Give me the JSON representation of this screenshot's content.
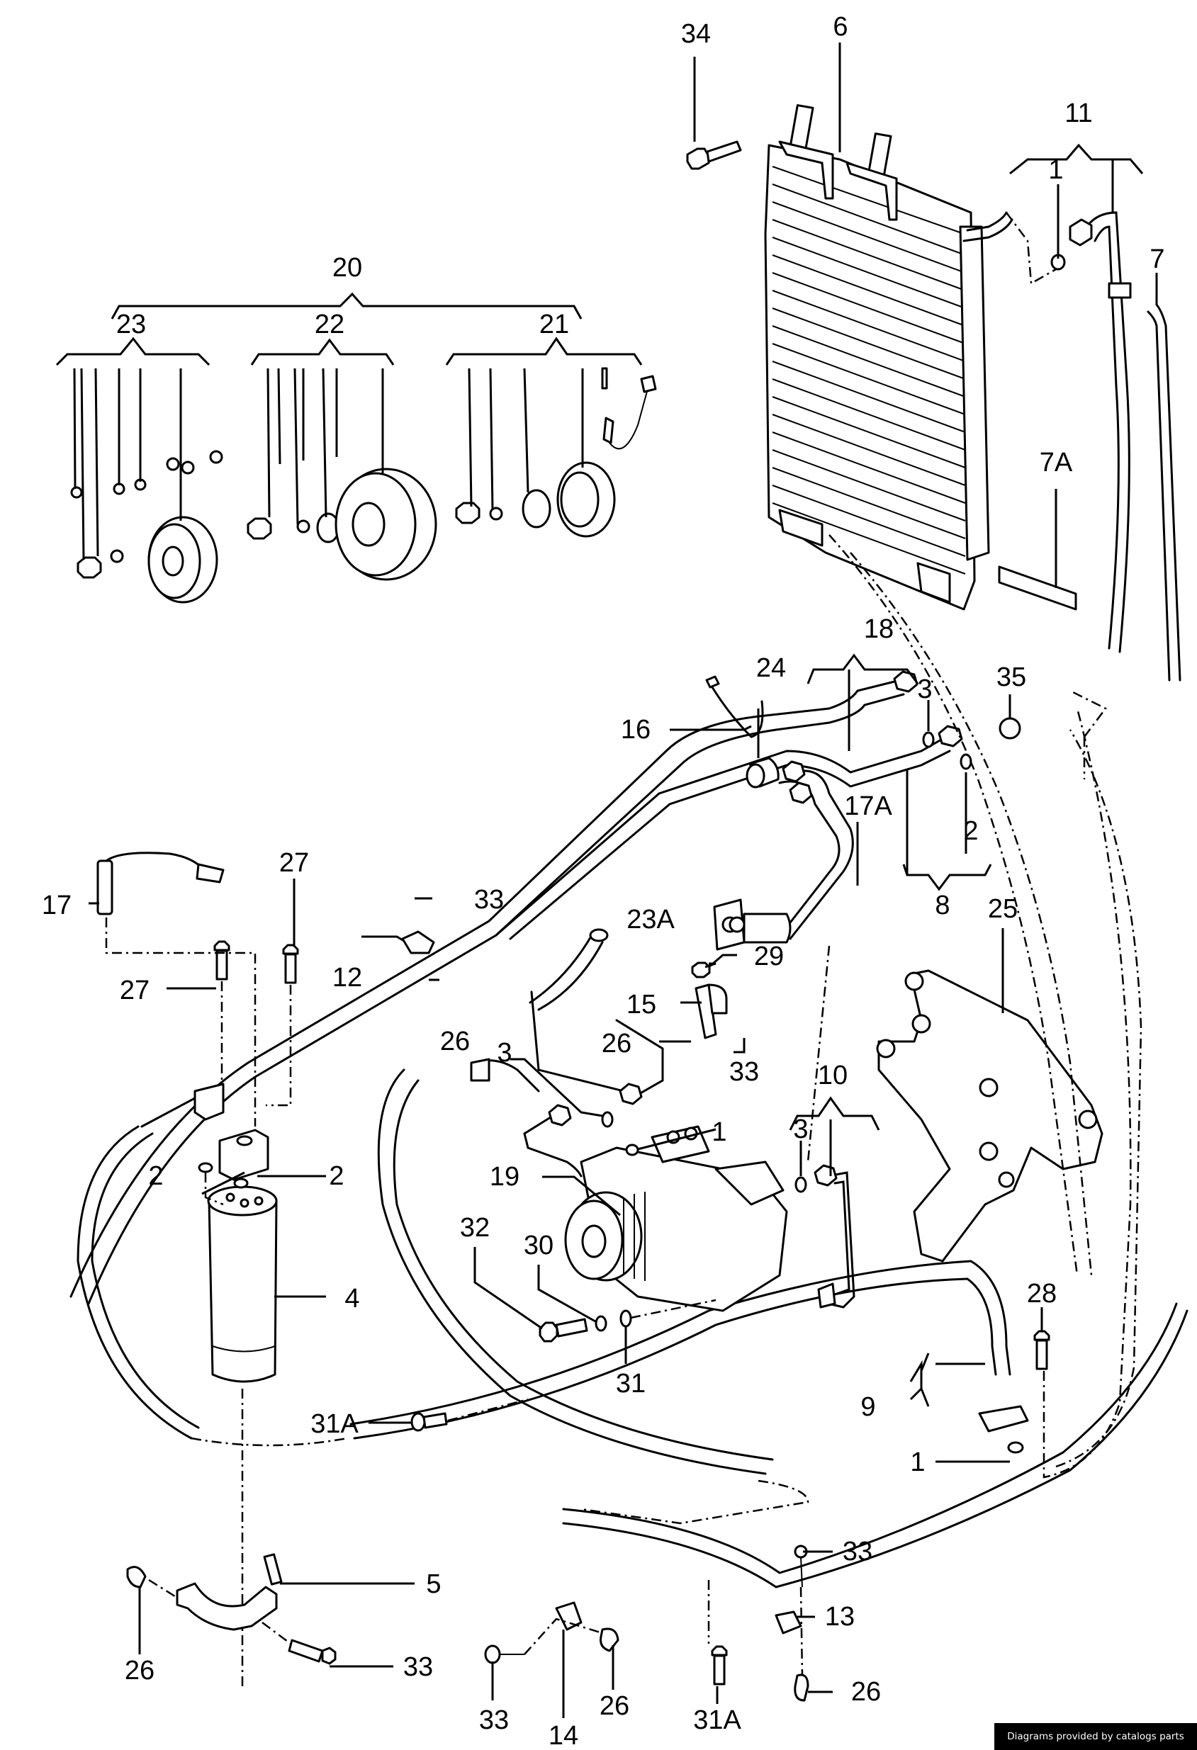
{
  "diagram": {
    "title": "A/C compressor, condenser, receiver-drier and refrigerant lines — exploded parts view",
    "callouts": [
      {
        "id": "c34",
        "text": "34"
      },
      {
        "id": "c6",
        "text": "6"
      },
      {
        "id": "c11",
        "text": "11"
      },
      {
        "id": "c1a",
        "text": "1"
      },
      {
        "id": "c7",
        "text": "7"
      },
      {
        "id": "c7A",
        "text": "7A"
      },
      {
        "id": "c20",
        "text": "20"
      },
      {
        "id": "c23",
        "text": "23"
      },
      {
        "id": "c22",
        "text": "22"
      },
      {
        "id": "c21",
        "text": "21"
      },
      {
        "id": "c18",
        "text": "18"
      },
      {
        "id": "c24",
        "text": "24"
      },
      {
        "id": "c3a",
        "text": "3"
      },
      {
        "id": "c35",
        "text": "35"
      },
      {
        "id": "c16",
        "text": "16"
      },
      {
        "id": "c17A",
        "text": "17A"
      },
      {
        "id": "c2a",
        "text": "2"
      },
      {
        "id": "c8",
        "text": "8"
      },
      {
        "id": "c17",
        "text": "17"
      },
      {
        "id": "c27a",
        "text": "27"
      },
      {
        "id": "c33a",
        "text": "33"
      },
      {
        "id": "c23A",
        "text": "23A"
      },
      {
        "id": "c29",
        "text": "29"
      },
      {
        "id": "c12",
        "text": "12"
      },
      {
        "id": "c27b",
        "text": "27"
      },
      {
        "id": "c15",
        "text": "15"
      },
      {
        "id": "c25",
        "text": "25"
      },
      {
        "id": "c26a",
        "text": "26"
      },
      {
        "id": "c26b",
        "text": "26"
      },
      {
        "id": "c33b",
        "text": "33"
      },
      {
        "id": "c3b",
        "text": "3"
      },
      {
        "id": "c10",
        "text": "10"
      },
      {
        "id": "c1b",
        "text": "1"
      },
      {
        "id": "c3c",
        "text": "3"
      },
      {
        "id": "c2b",
        "text": "2"
      },
      {
        "id": "c2c",
        "text": "2"
      },
      {
        "id": "c19",
        "text": "19"
      },
      {
        "id": "c32",
        "text": "32"
      },
      {
        "id": "c30",
        "text": "30"
      },
      {
        "id": "c4",
        "text": "4"
      },
      {
        "id": "c31",
        "text": "31"
      },
      {
        "id": "c28",
        "text": "28"
      },
      {
        "id": "c31Aa",
        "text": "31A"
      },
      {
        "id": "c9",
        "text": "9"
      },
      {
        "id": "c1c",
        "text": "1"
      },
      {
        "id": "c5",
        "text": "5"
      },
      {
        "id": "c33c",
        "text": "33"
      },
      {
        "id": "c13",
        "text": "13"
      },
      {
        "id": "c26c",
        "text": "26"
      },
      {
        "id": "c33d",
        "text": "33"
      },
      {
        "id": "c33e",
        "text": "33"
      },
      {
        "id": "c14",
        "text": "14"
      },
      {
        "id": "c26d",
        "text": "26"
      },
      {
        "id": "c31Ab",
        "text": "31A"
      },
      {
        "id": "c26e",
        "text": "26"
      }
    ]
  },
  "credit": {
    "text": "Diagrams provided by catalogs parts"
  }
}
